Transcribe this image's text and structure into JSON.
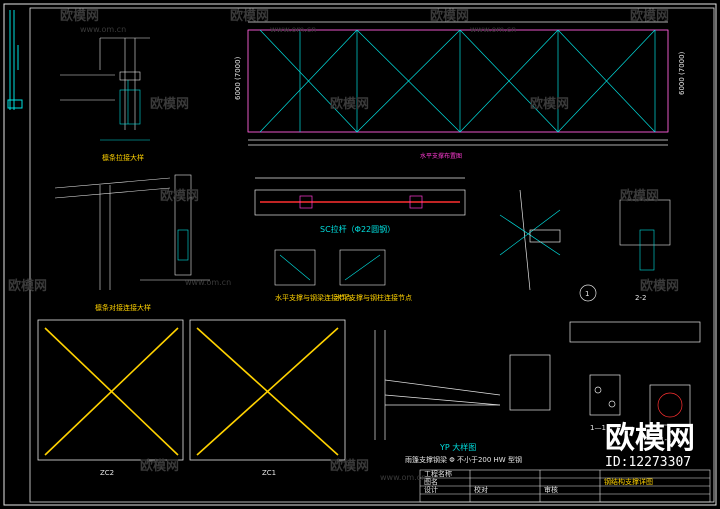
{
  "watermark": {
    "brand": "欧模网",
    "url": "www.om.cn"
  },
  "badge": {
    "brand": "欧模网",
    "id": "ID:12273307"
  },
  "titles": {
    "detail_top_left": "檩条拉接大样",
    "truss_plan": "水平支撑布置图",
    "sc_rod": "SC拉杆（Φ22圆钢）",
    "beam_detail": "檩条对接连接大样",
    "bracing_node_a": "水平支撑与钢梁连接节点",
    "bracing_node_b": "水平支撑与钢柱连接节点",
    "zc2": "ZC2",
    "zc1": "ZC1",
    "yp": "YP 大样图",
    "yp_note": "雨篷支撑钢梁 Φ 不小于200 HW 型钢",
    "section_22": "2-2",
    "section_11": "1-1",
    "section_circle": "1",
    "section_11_small": "1—1"
  },
  "dimensions": {
    "span_left_label": "6000 (7000)",
    "span_right_label": "6000 (7000)"
  },
  "title_block": {
    "rows": [
      "工程名称",
      "图名",
      "设计",
      "校对",
      "审核"
    ],
    "drawing_name": "钢结构支撑详图"
  }
}
